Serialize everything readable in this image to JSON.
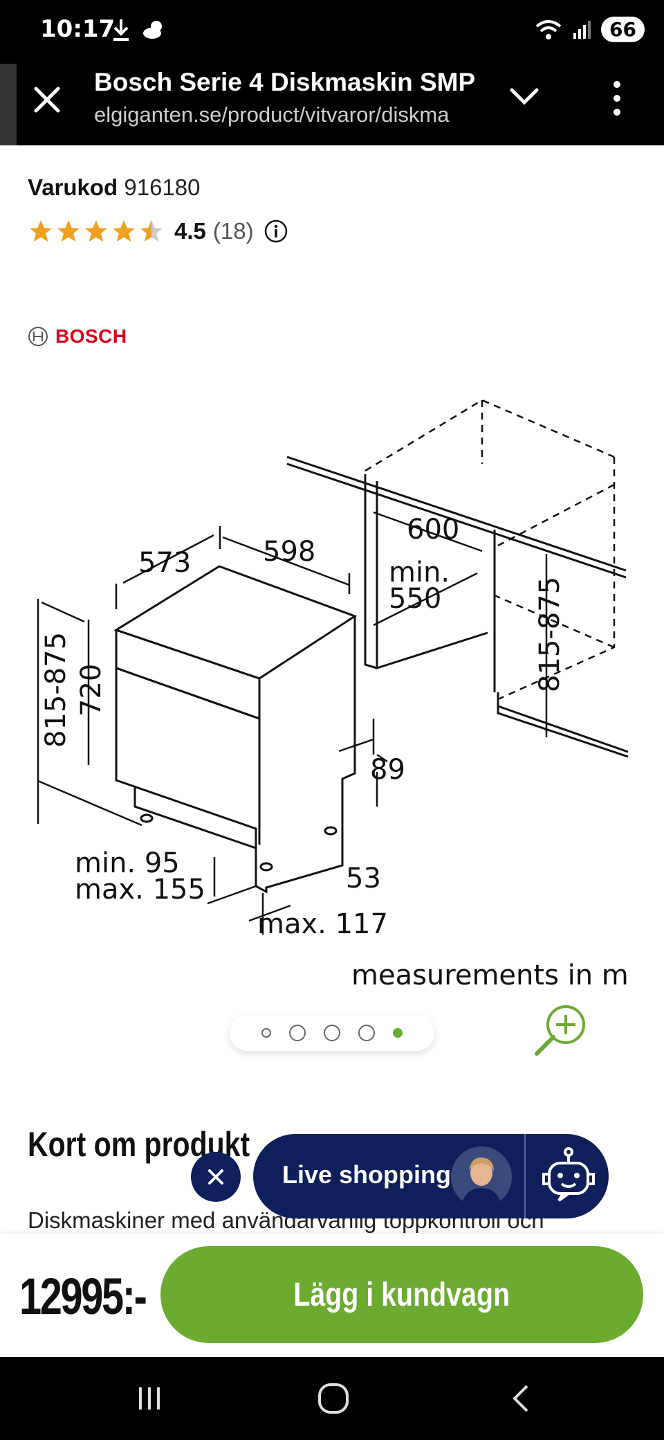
{
  "status_bar": {
    "time": "10:17",
    "battery": "66"
  },
  "browser": {
    "title": "Bosch Serie 4 Diskmaskin SMP",
    "url": "elgiganten.se/product/vitvaror/diskma"
  },
  "product": {
    "sku_label": "Varukod",
    "sku_value": "916180",
    "rating_value": "4.5",
    "rating_count": "(18)",
    "rating_stars": 4.5,
    "brand": "BOSCH"
  },
  "diagram": {
    "dims": {
      "depth": "573",
      "width": "598",
      "niche_width": "600",
      "niche_depth_1": "min.",
      "niche_depth_2": "550",
      "height_range": "815-875",
      "body_height": "720",
      "niche_height": "815-875",
      "plinth": "89",
      "foot": "53",
      "toe_1": "min. 95",
      "toe_2": "max. 155",
      "max_adjust": "max. 117"
    },
    "caption": "measurements in m"
  },
  "carousel": {
    "active_index": 4,
    "count": 5
  },
  "section": {
    "heading": "Kort om produkt",
    "text": "Diskmaskiner med användarvänlig toppkontroll och"
  },
  "live_shopping": {
    "label": "Live shopping"
  },
  "purchase": {
    "price": "12995:-",
    "cart_label": "Lägg i kundvagn"
  },
  "colors": {
    "accent_green": "#6bab30",
    "navy": "#0e1f5b",
    "bosch_red": "#d7001a",
    "star": "#f0a020"
  }
}
